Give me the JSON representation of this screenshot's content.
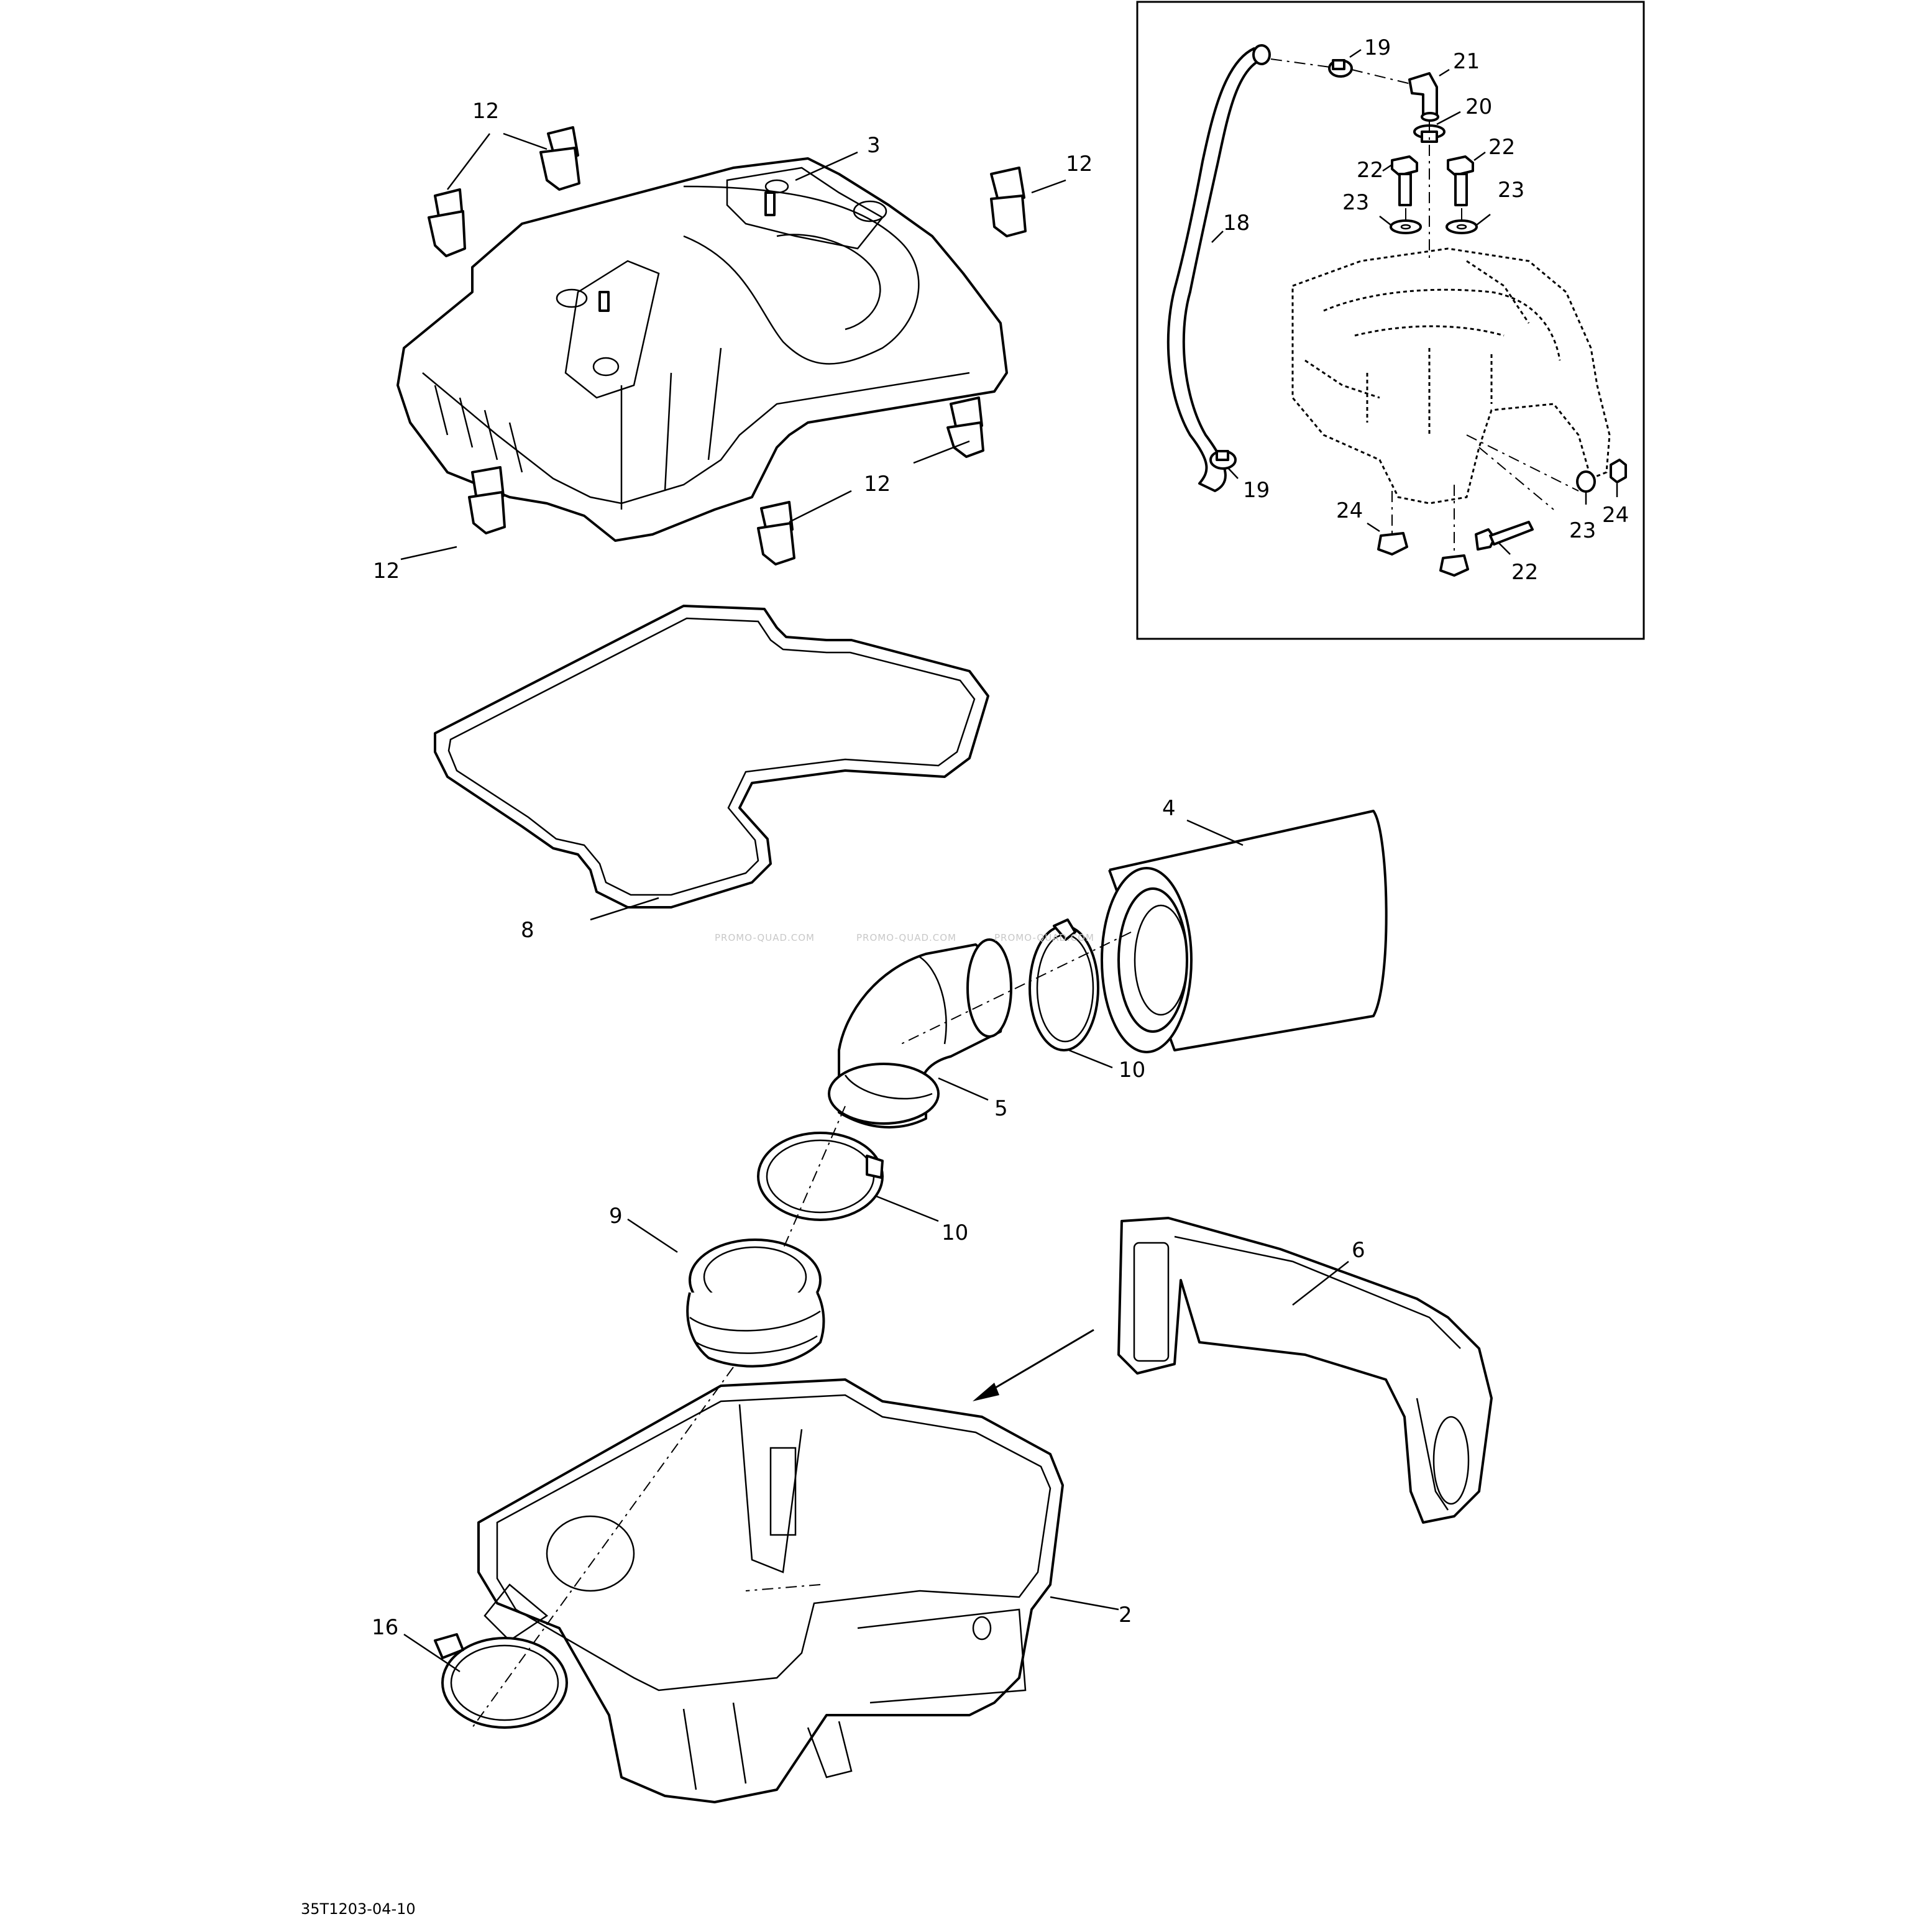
{
  "diagram": {
    "labels": {
      "l2": "2",
      "l3": "3",
      "l4": "4",
      "l5": "5",
      "l6": "6",
      "l8": "8",
      "l9": "9",
      "l10a": "10",
      "l10b": "10",
      "l12a": "12",
      "l12b": "12",
      "l12c": "12",
      "l12d": "12",
      "l16": "16",
      "l18": "18",
      "l19a": "19",
      "l19b": "19",
      "l20": "20",
      "l21": "21",
      "l22a": "22",
      "l22b": "22",
      "l22c": "22",
      "l23a": "23",
      "l23b": "23",
      "l23c": "23",
      "l24a": "24",
      "l24b": "24"
    },
    "watermark": "PROMO-QUAD.COM",
    "drawing_code": "35T1203-04-10"
  }
}
